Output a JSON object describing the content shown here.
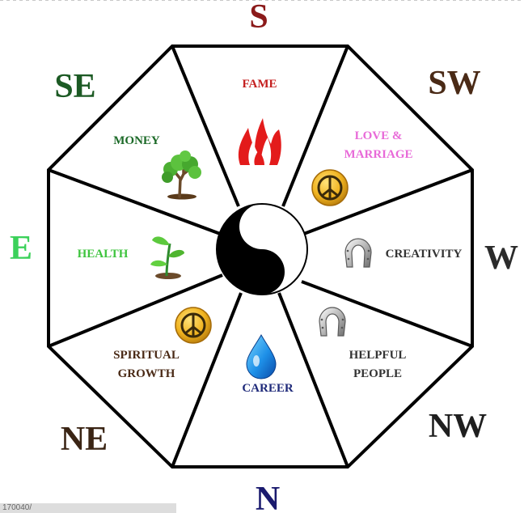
{
  "directions": {
    "S": {
      "label": "S",
      "color": "#8b1a1a"
    },
    "SW": {
      "label": "SW",
      "color": "#4a2a16"
    },
    "W": {
      "label": "W",
      "color": "#2b2b2b"
    },
    "NW": {
      "label": "NW",
      "color": "#1f1f1f"
    },
    "N": {
      "label": "N",
      "color": "#1a1a6e"
    },
    "NE": {
      "label": "NE",
      "color": "#3a2414"
    },
    "E": {
      "label": "E",
      "color": "#3bd15a"
    },
    "SE": {
      "label": "SE",
      "color": "#1c5a24"
    }
  },
  "areas": {
    "fame": {
      "lines": [
        "FAME"
      ],
      "color": "#c41e1e",
      "icon": "fire-icon"
    },
    "love": {
      "lines": [
        "LOVE &",
        "MARRIAGE"
      ],
      "color": "#e86ad8",
      "icon": "peace-sign-icon"
    },
    "creativity": {
      "lines": [
        "CREATIVITY"
      ],
      "color": "#333333",
      "icon": "horseshoe-icon"
    },
    "helpful": {
      "lines": [
        "HELPFUL",
        "PEOPLE"
      ],
      "color": "#333333",
      "icon": "horseshoe-icon"
    },
    "career": {
      "lines": [
        "CAREER"
      ],
      "color": "#1f2a7a",
      "icon": "water-drop-icon"
    },
    "spiritual": {
      "lines": [
        "SPIRITUAL",
        "GROWTH"
      ],
      "color": "#4a2a16",
      "icon": "peace-sign-icon"
    },
    "health": {
      "lines": [
        "HEALTH"
      ],
      "color": "#3fc43f",
      "icon": "sprout-icon"
    },
    "money": {
      "lines": [
        "MONEY"
      ],
      "color": "#1c6a28",
      "icon": "tree-icon"
    }
  },
  "center": {
    "icon": "yin-yang-icon"
  },
  "footer_text": "170040/"
}
